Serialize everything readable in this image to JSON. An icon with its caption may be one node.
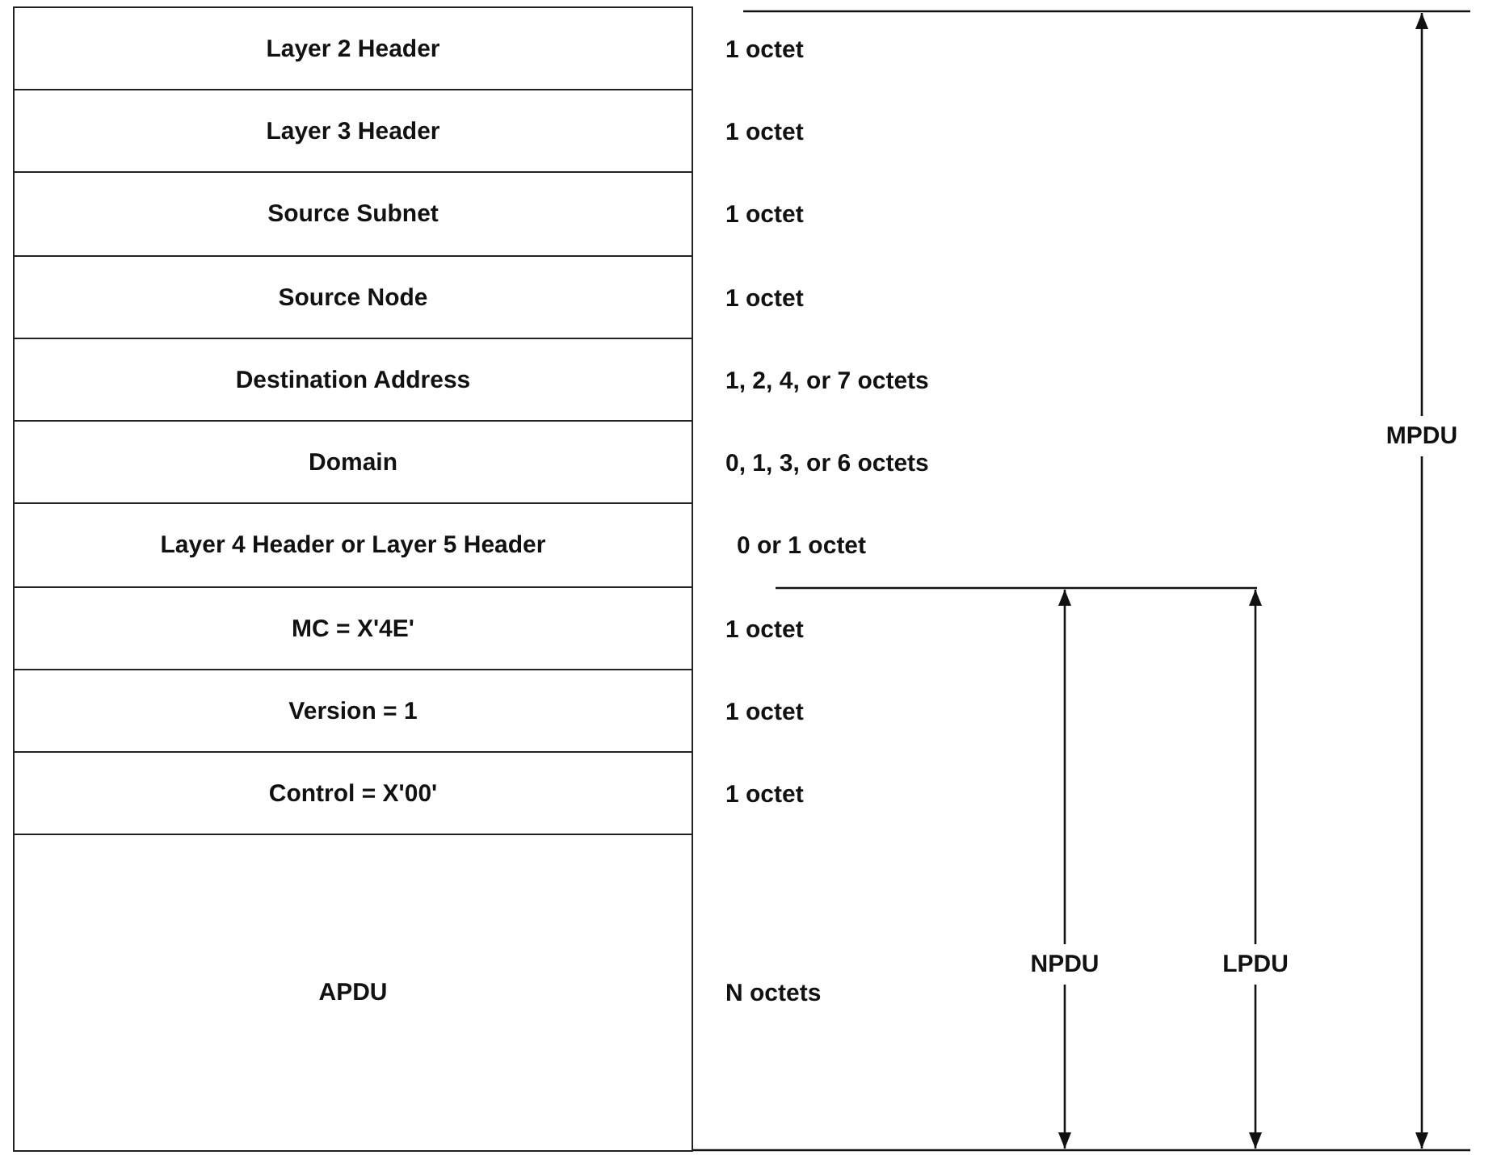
{
  "diagram": {
    "nodes": [
      {
        "text": [
          "Layer 2 Header"
        ]
      },
      {
        "text": [
          "Layer 3 Header"
        ]
      },
      {
        "text": [
          "Source Subnet"
        ]
      },
      {
        "text": [
          "Source Node"
        ]
      },
      {
        "text": [
          "Destination Address"
        ]
      },
      {
        "text": [
          "Domain"
        ]
      },
      {
        "text": [
          "Layer 4 Header or Layer 5 Header"
        ]
      },
      {
        "text": [
          "MC = X'4E'"
        ]
      },
      {
        "text": [
          "Version = 1"
        ]
      },
      {
        "text": [
          "Control = X'00'"
        ]
      },
      {
        "text": [
          "APDU"
        ]
      }
    ],
    "labels": [
      "1 octet",
      "1 octet",
      "1 octet",
      "1 octet",
      "1, 2, 4, or 7 octets",
      "MPDU",
      "0, 1, 3, or 6 octets",
      "0 or 1 octet",
      "1 octet",
      "1 octet",
      "1 octet",
      "NPDU",
      "LPDU",
      "N octets"
    ]
  }
}
